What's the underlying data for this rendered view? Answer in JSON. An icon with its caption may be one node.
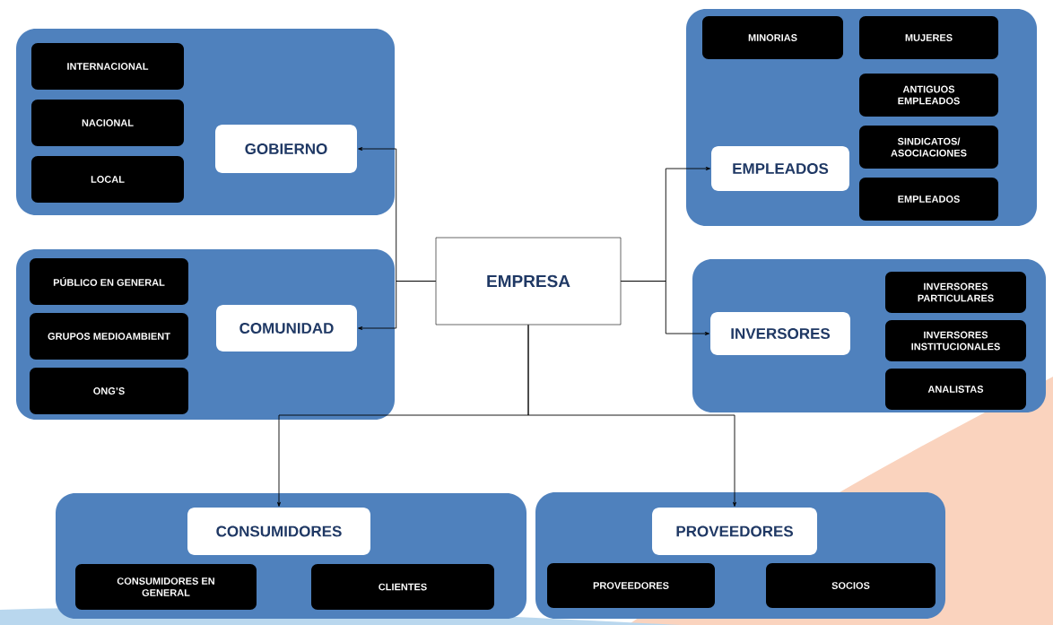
{
  "diagram": {
    "nodes": [
      {
        "text": [],
        "shape": "box"
      },
      {
        "text": [
          "INTERNACIONAL"
        ],
        "in": 0
      },
      {
        "text": [
          "NACIONAL"
        ],
        "in": 0
      },
      {
        "text": [
          "LOCAL"
        ],
        "in": 0
      },
      {
        "text": [
          "GOBIERNO"
        ],
        "in": 0
      },
      {
        "text": [],
        "shape": "box"
      },
      {
        "text": [
          "MINORIAS"
        ],
        "in": 5
      },
      {
        "text": [
          "MUJERES"
        ],
        "in": 5
      },
      {
        "text": [
          "ANTIGUOS EMPLEADOS"
        ],
        "in": 5
      },
      {
        "text": [
          "SINDICATOS/ ASOCIACIONES"
        ],
        "in": 5
      },
      {
        "text": [
          "EMPLEADOS"
        ],
        "in": 5
      },
      {
        "text": [
          "EMPLEADOS"
        ],
        "in": 5
      },
      {
        "text": [
          "EMPRESA"
        ]
      },
      {
        "text": [],
        "shape": "box"
      },
      {
        "text": [
          "PÚBLICO EN GENERAL"
        ],
        "in": 13
      },
      {
        "text": [
          "GRUPOS MEDIOAMBIENT"
        ],
        "in": 13
      },
      {
        "text": [
          "ONG’S"
        ],
        "in": 13
      },
      {
        "text": [
          "COMUNIDAD"
        ],
        "in": 13
      },
      {
        "text": [],
        "shape": "box"
      },
      {
        "text": [
          "INVERSORES"
        ],
        "in": 18
      },
      {
        "text": [
          "INVERSORES PARTICULARES"
        ],
        "in": 18
      },
      {
        "text": [
          "INVERSORES INSTITUCIONALES"
        ],
        "in": 18
      },
      {
        "text": [
          "ANALISTAS"
        ],
        "in": 18
      },
      {
        "text": [],
        "shape": "box"
      },
      {
        "text": [
          "CONSUMIDORES"
        ],
        "in": 23
      },
      {
        "text": [
          "CONSUMIDORES EN GENERAL"
        ],
        "in": 23
      },
      {
        "text": [
          "CLIENTES"
        ],
        "in": 23
      },
      {
        "text": [],
        "shape": "box"
      },
      {
        "text": [
          "PROVEEDORES"
        ],
        "in": 27
      },
      {
        "text": [
          "PROVEEDORES"
        ],
        "in": 27
      },
      {
        "text": [
          "SOCIOS"
        ],
        "in": 27
      }
    ],
    "edges": [
      {
        "from": 12,
        "to": 4,
        "arrow": "to"
      },
      {
        "from": 12,
        "to": 17,
        "arrow": "to"
      },
      {
        "from": 12,
        "to": 10,
        "arrow": "to"
      },
      {
        "from": 12,
        "to": 19,
        "arrow": "to"
      },
      {
        "from": 12,
        "to": 24,
        "arrow": "to"
      },
      {
        "from": 12,
        "to": 28,
        "arrow": "to"
      }
    ]
  }
}
